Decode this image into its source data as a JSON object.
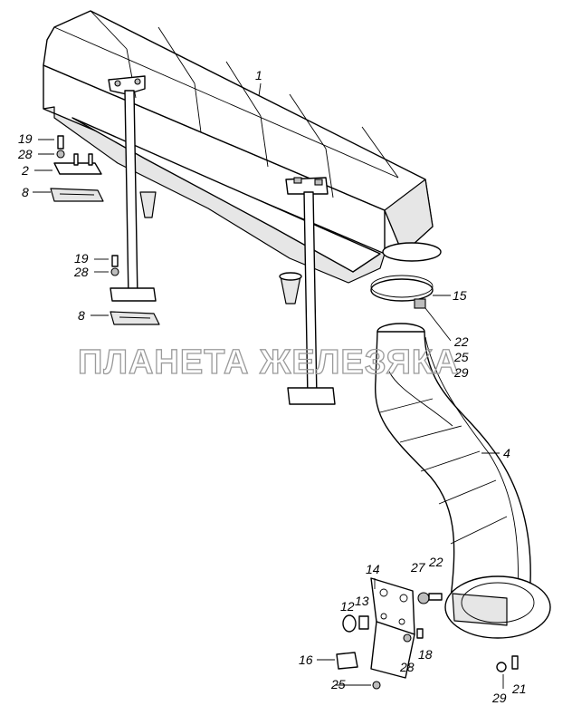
{
  "watermark": "ПЛАНЕТА ЖЕЛЕЗЯКА",
  "callouts": {
    "c1": "1",
    "c19a": "19",
    "c28a": "28",
    "c2": "2",
    "c8a": "8",
    "c19b": "19",
    "c28b": "28",
    "c8b": "8",
    "c15": "15",
    "c22a": "22",
    "c25a": "25",
    "c29a": "29",
    "c4": "4",
    "c14": "14",
    "c27": "27",
    "c22b": "22",
    "c12": "12",
    "c13": "13",
    "c16": "16",
    "c28c": "28",
    "c18": "18",
    "c25b": "25",
    "c29b": "29",
    "c21": "21"
  }
}
